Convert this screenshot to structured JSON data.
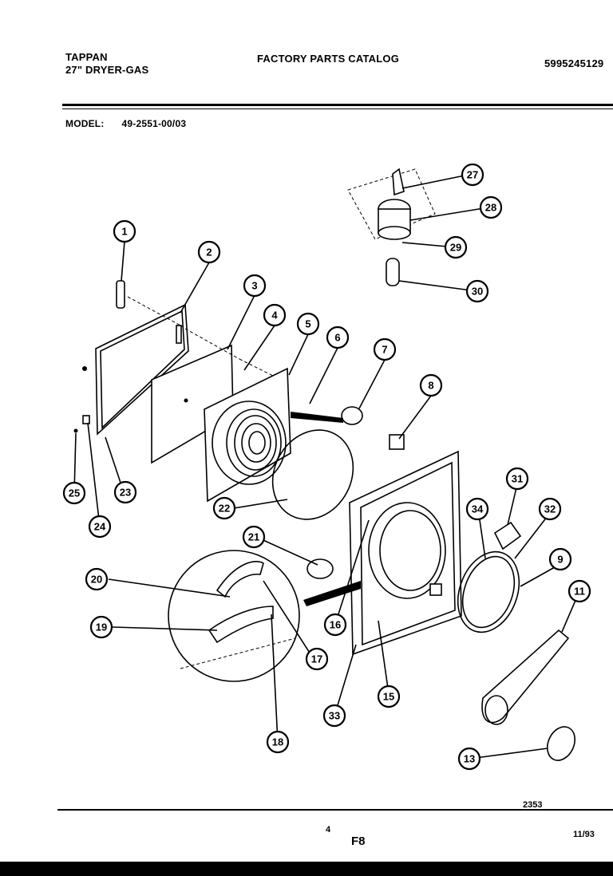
{
  "header": {
    "brand": "TAPPAN",
    "product": "27\" DRYER-GAS",
    "catalog_title": "FACTORY PARTS CATALOG",
    "part_number": "5995245129",
    "model_label": "MODEL:",
    "model_value": "49-2551-00/03"
  },
  "diagram": {
    "callouts": [
      "1",
      "2",
      "3",
      "4",
      "5",
      "6",
      "7",
      "8",
      "9",
      "11",
      "13",
      "15",
      "16",
      "17",
      "18",
      "19",
      "20",
      "21",
      "22",
      "23",
      "24",
      "25",
      "27",
      "28",
      "29",
      "30",
      "31",
      "32",
      "33",
      "34"
    ]
  },
  "footer": {
    "figure_number": "2353",
    "page_number": "4",
    "section": "F8",
    "date": "11/93"
  }
}
